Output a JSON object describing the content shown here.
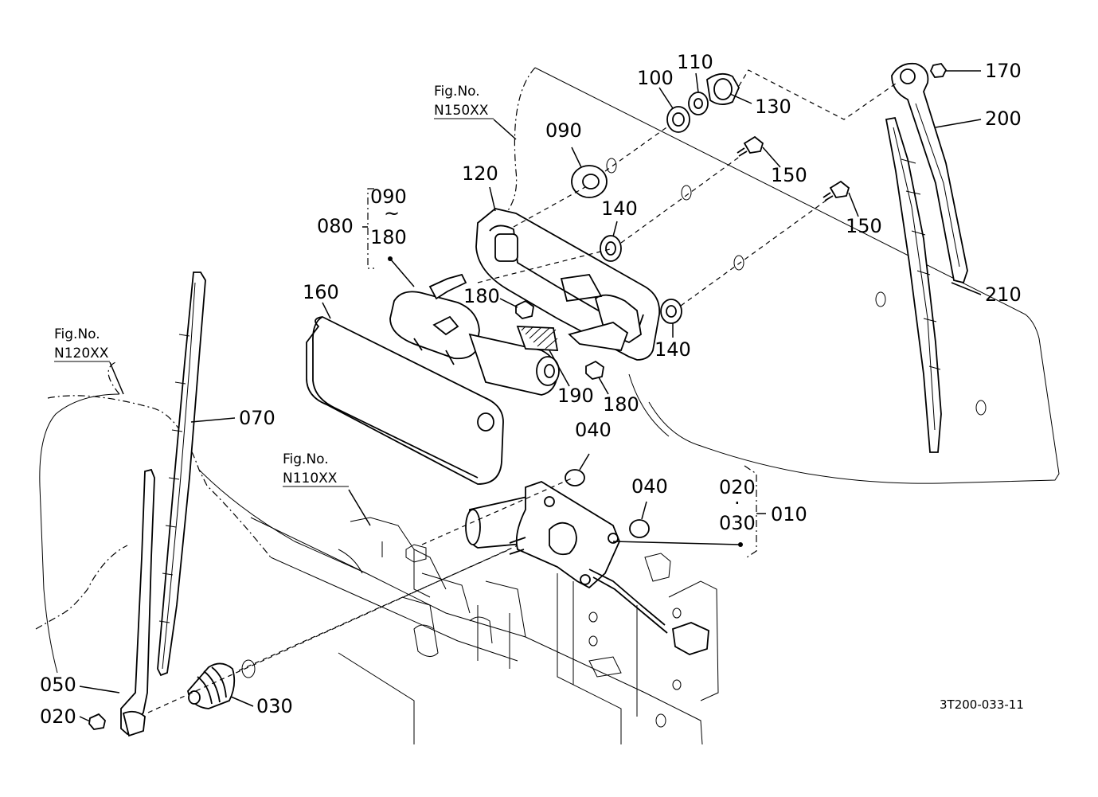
{
  "figure_refs": {
    "n150": {
      "title": "Fig.No.",
      "code": "N150XX"
    },
    "n120": {
      "title": "Fig.No.",
      "code": "N120XX"
    },
    "n110": {
      "title": "Fig.No.",
      "code": "N110XX"
    }
  },
  "callouts": {
    "p010": "010",
    "p020_top": "020",
    "p020_dot": "·",
    "p030_top": "030",
    "p020": "020",
    "p030": "030",
    "p040_a": "040",
    "p040_b": "040",
    "p050": "050",
    "p070": "070",
    "p080": "080",
    "p090_range": "090",
    "p_tilde": "~",
    "p180_range": "180",
    "p090": "090",
    "p100": "100",
    "p110": "110",
    "p120": "120",
    "p130": "130",
    "p140_a": "140",
    "p140_b": "140",
    "p150_a": "150",
    "p150_b": "150",
    "p160": "160",
    "p170": "170",
    "p180_a": "180",
    "p180_b": "180",
    "p190": "190",
    "p200": "200",
    "p210": "210"
  },
  "document_id": "3T200-033-11"
}
